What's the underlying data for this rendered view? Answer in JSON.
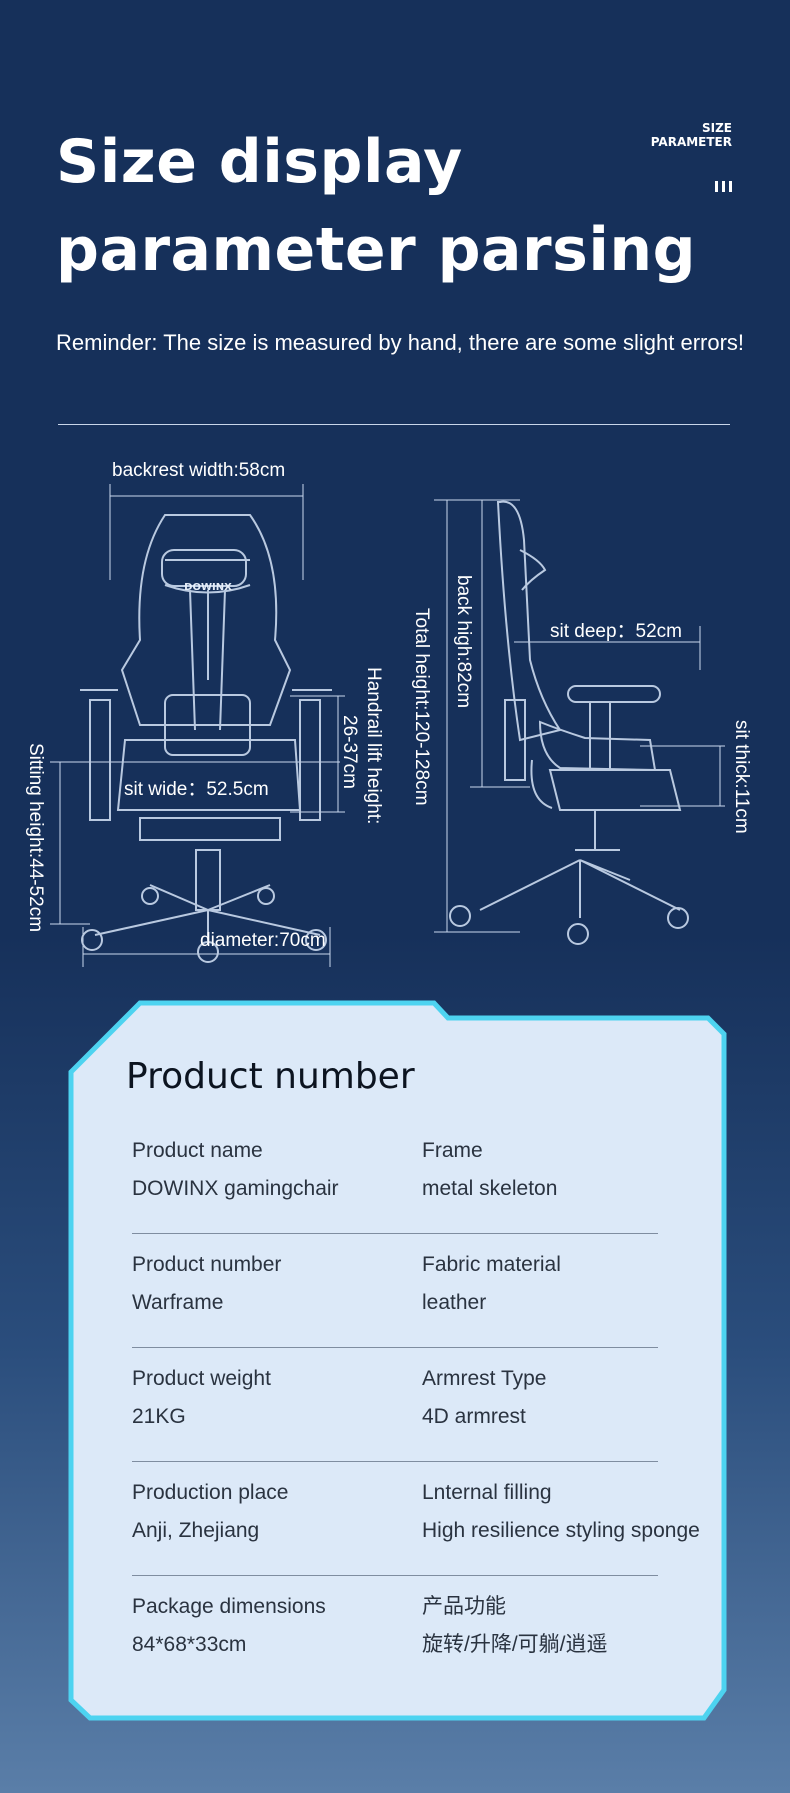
{
  "header": {
    "title_line1": "Size display",
    "title_line2": "parameter parsing",
    "tag_line1": "SIZE",
    "tag_line2": "PARAMETER",
    "reminder": "Reminder: The size is measured by hand, there are some slight errors!"
  },
  "diagram": {
    "brand": "DOWINX",
    "backrest_width": "backrest width:58cm",
    "sit_wide": "sit wide：52.5cm",
    "diameter": "diameter:70cm",
    "sitting_height": "Sitting height:44-52cm",
    "handrail_lift": "Handrail lift height:",
    "handrail_range": "26-37cm",
    "total_height": "Total height:120-128cm",
    "back_high": "back high:82cm",
    "sit_deep": "sit deep：52cm",
    "sit_thick": "sit thick:11cm"
  },
  "specs": {
    "title": "Product number",
    "rows": [
      {
        "l_label": "Product name",
        "l_value": "DOWINX gamingchair",
        "r_label": "Frame",
        "r_value": "metal skeleton"
      },
      {
        "l_label": "Product number",
        "l_value": "Warframe",
        "r_label": "Fabric material",
        "r_value": "leather"
      },
      {
        "l_label": "Product weight",
        "l_value": "21KG",
        "r_label": "Armrest Type",
        "r_value": "4D armrest"
      },
      {
        "l_label": "Production place",
        "l_value": "Anji, Zhejiang",
        "r_label": "Lnternal filling",
        "r_value": "High resilience styling sponge"
      },
      {
        "l_label": "Package dimensions",
        "l_value": "84*68*33cm",
        "r_label": "产品功能",
        "r_value": "旋转/升降/可躺/逍遥"
      }
    ]
  },
  "colors": {
    "background": "#16305a",
    "card": "#dce9f8",
    "card_border": "#4dd3f0"
  }
}
